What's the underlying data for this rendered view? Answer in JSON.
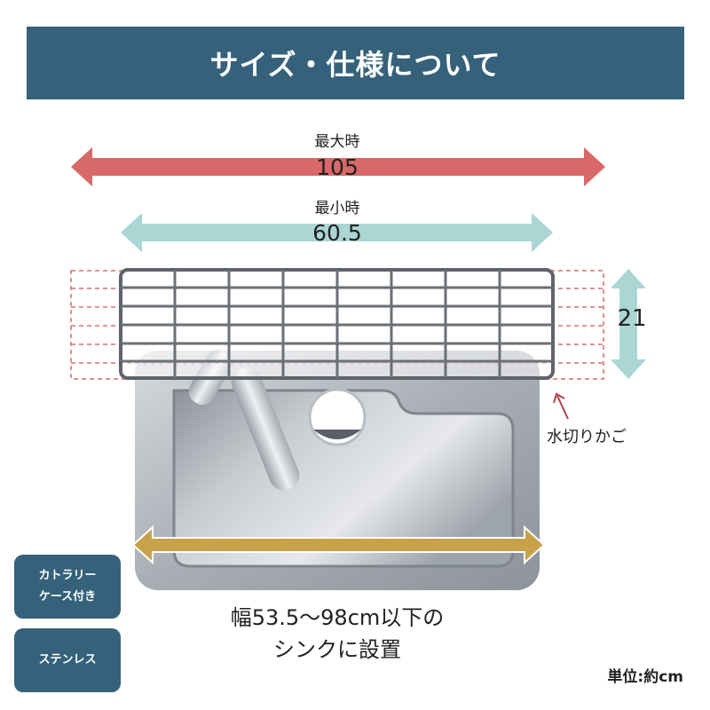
{
  "header": {
    "title": "サイズ・仕様について"
  },
  "dimensions": {
    "max_label": "最大時",
    "max_value": "105",
    "min_label": "最小時",
    "min_value": "60.5",
    "height_value": "21"
  },
  "basket_label": "水切りかご",
  "sink_note": {
    "line1": "幅53.5〜98cm以下の",
    "line2": "シンクに設置"
  },
  "badges": [
    {
      "line1": "カトラリー",
      "line2": "ケース付き"
    },
    {
      "line1": "ステンレス"
    }
  ],
  "units_label": "単位:約cm",
  "colors": {
    "header_bg": "#35627a",
    "max_arrow": "#d96868",
    "min_arrow": "#aad6d4",
    "height_arrow": "#aad6d4",
    "width_arrow": "#c7a24a",
    "extended_dashes": "#d07070"
  }
}
